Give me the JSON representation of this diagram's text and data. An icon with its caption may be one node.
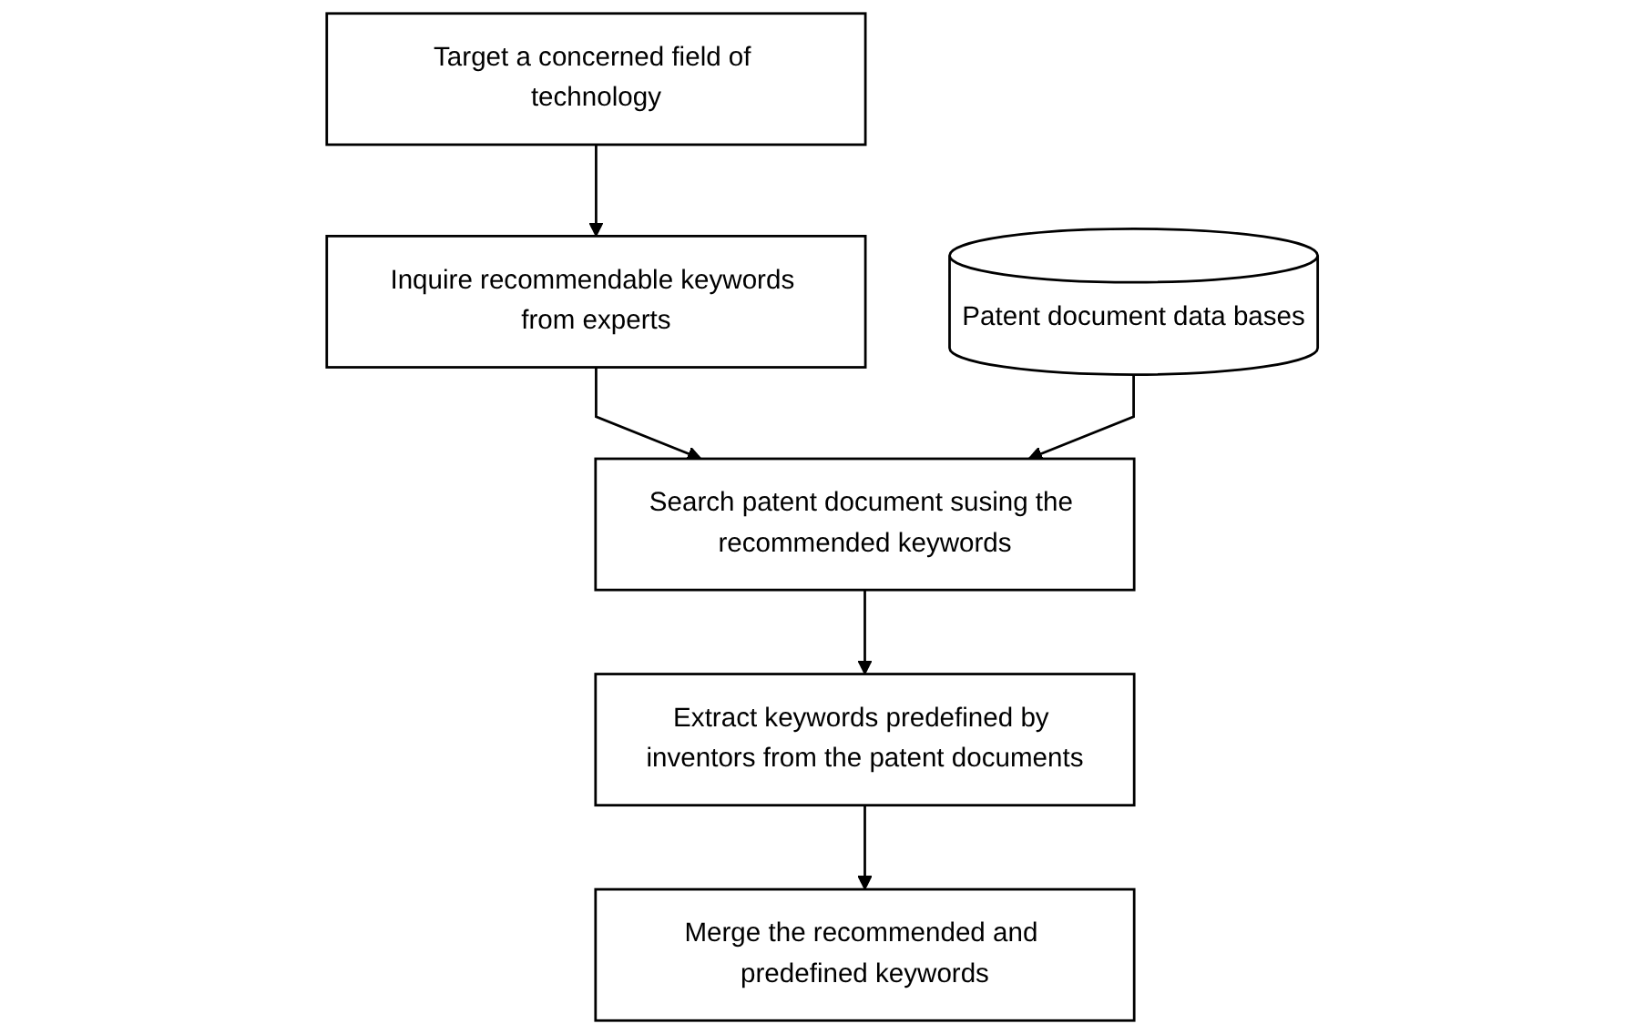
{
  "diagram": {
    "nodes": [
      {
        "text": [
          "Target a concerned field of technology"
        ]
      },
      {
        "text": [
          "Inquire recommendable keywords from experts"
        ]
      },
      {
        "text": [
          "Search patent document susing the recommended keywords"
        ]
      },
      {
        "text": [
          "Extract keywords predefined by inventors from the patent documents"
        ]
      },
      {
        "text": [
          "Merge the recommended and predefined keywords"
        ]
      },
      {
        "text": [
          "Patent document data bases"
        ]
      }
    ],
    "edges": [
      {
        "from": 0,
        "to": 1,
        "arrow": "to"
      },
      {
        "from": 1,
        "to": 2,
        "arrow": "to"
      },
      {
        "from": 2,
        "to": 3,
        "arrow": "to"
      },
      {
        "from": 5,
        "to": 2,
        "arrow": "to"
      },
      {
        "from": 3,
        "to": 4,
        "arrow": "to"
      }
    ]
  }
}
